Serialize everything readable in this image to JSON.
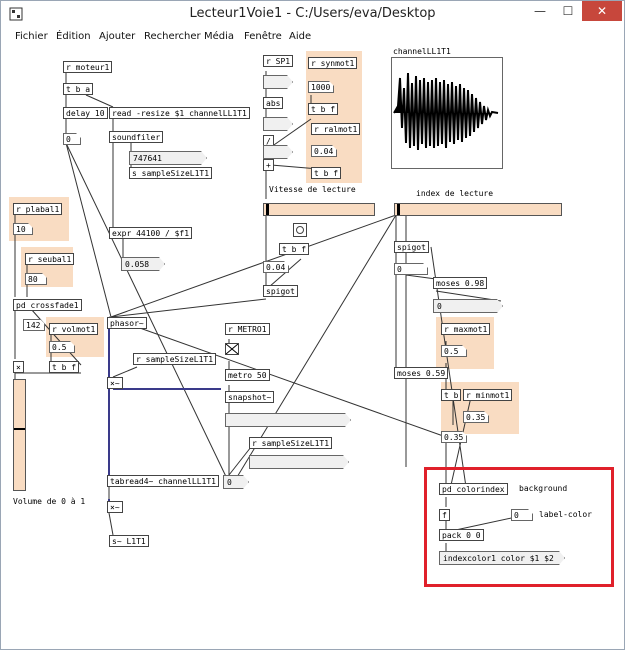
{
  "window": {
    "title": "Lecteur1Voie1 - C:/Users/eva/Desktop",
    "controls": {
      "minimize": "—",
      "maximize": "☐",
      "close": "✕"
    }
  },
  "menu": [
    "Fichier",
    "Édition",
    "Ajouter",
    "Rechercher",
    "Média",
    "Fenêtre",
    "Aide"
  ],
  "objects": {
    "r_moteur1": "r moteur1",
    "t_b_a": "t b a",
    "delay": "delay 10",
    "read_resize": "read -resize $1 channelLL1T1",
    "soundfiler": "soundfiler",
    "num_747641": "747641",
    "s_samplesize": "s sampleSizeL1T1",
    "num_0_a": "0",
    "expr": "expr 44100 / $f1",
    "num_0058": "0.058",
    "r_plabal1": "r plabal1",
    "num_10": "10",
    "r_seubal1": "r seubal1",
    "num_80": "80",
    "pd_crossfade": "pd crossfade1",
    "num_142": "142",
    "r_volmot1": "r volmot1",
    "num_05a": "0.5",
    "t_b_f_a": "t b f",
    "mult_a": "×",
    "phasor": "phasor~",
    "r_samplesize_a": "r sampleSizeL1T1",
    "mult_sig": "×~",
    "tabread": "tabread4~ channelLL1T1",
    "num_0_tab": "0",
    "mult_sig_b": "×~",
    "s_l1t1": "s~ L1T1",
    "volume_label": "Volume de 0 à 1",
    "r_metro1": "r METRO1",
    "metro": "metro 50",
    "snapshot": "snapshot~",
    "r_samplesize_b": "r sampleSizeL1T1",
    "r_sp1": "r SP1",
    "abs": "abs",
    "div": "/",
    "plus": "+",
    "r_synmot1": "r synmot1",
    "num_1000": "1000",
    "t_b_f_b": "t b f",
    "r_ralmot1": "r ralmot1",
    "num_004a": "0.04",
    "t_b_f_c": "t b f",
    "vitesse_label": "Vitesse de lecture",
    "t_b_f_d": "t b f",
    "num_004b": "0.04",
    "spigot_a": "spigot",
    "index_label": "index de lecture",
    "spigot_b": "spigot",
    "num_0_b": "0",
    "moses_098": "moses 0.98",
    "num_0_c": "0",
    "r_maxmot1": "r maxmot1",
    "num_05b": "0.5",
    "moses_059": "moses 0.59",
    "t_b": "t b",
    "r_minmot1": "r minmot1",
    "num_035a": "0.35",
    "num_035b": "0.35",
    "pd_colorindex": "pd colorindex",
    "background_label": "background",
    "f_obj": "f",
    "num_0_d": "0",
    "label_color": "label-color",
    "pack": "pack 0 0",
    "indexcolor": "indexcolor1 color $1 $2",
    "channel_label": "channelLL1T1"
  },
  "colors": {
    "peach": "#f9dcc2",
    "highlight": "#e0202a"
  }
}
